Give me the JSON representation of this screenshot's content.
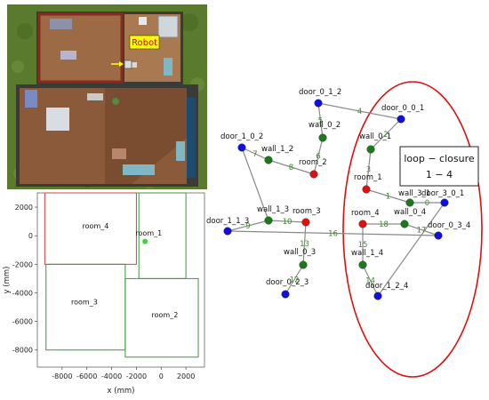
{
  "simulation": {
    "robot_label": "Robot",
    "label_color": "#ffff00",
    "arrow_color": "#ffff00"
  },
  "map_plot": {
    "xlabel": "x (mm)",
    "ylabel": "y (mm)",
    "xlim": [
      -10000,
      3500
    ],
    "ylim": [
      -9200,
      3000
    ],
    "x_ticks": [
      -8000,
      -6000,
      -4000,
      -2000,
      0,
      2000
    ],
    "y_ticks": [
      2000,
      0,
      -2000,
      -4000,
      -6000,
      -8000
    ],
    "rooms": [
      {
        "name": "room_4",
        "label_x": -5300,
        "label_y": 500,
        "x0": -9400,
        "y0": -2000,
        "x1": -2000,
        "y1": 3000,
        "color": "#d04040"
      },
      {
        "name": "room_1",
        "label_x": -1000,
        "label_y": 0,
        "x0": -1800,
        "y0": -3000,
        "x1": 2000,
        "y1": 3000,
        "color": "#3a9a3a"
      },
      {
        "name": "room_3",
        "label_x": -6200,
        "label_y": -4800,
        "x0": -9300,
        "y0": -8000,
        "x1": -2900,
        "y1": -2000,
        "color": "#3a9a3a"
      },
      {
        "name": "room_2",
        "label_x": 300,
        "label_y": -5700,
        "x0": -2900,
        "y0": -8500,
        "x1": 3000,
        "y1": -3000,
        "color": "#3a9a3a"
      }
    ],
    "robot_color": "#33dd33"
  },
  "graph": {
    "nodes": [
      {
        "id": "door_1_1_3",
        "color": "blue"
      },
      {
        "id": "wall_1_3",
        "color": "green"
      },
      {
        "id": "room_3",
        "color": "red"
      },
      {
        "id": "door_1_0_2",
        "color": "blue"
      },
      {
        "id": "wall_1_2",
        "color": "green"
      },
      {
        "id": "room_2",
        "color": "red"
      },
      {
        "id": "wall_0_2",
        "color": "green"
      },
      {
        "id": "door_0_1_2",
        "color": "blue"
      },
      {
        "id": "door_0_0_1",
        "color": "blue"
      },
      {
        "id": "wall_0_1",
        "color": "green"
      },
      {
        "id": "room_1",
        "color": "red"
      },
      {
        "id": "wall_3_1",
        "color": "green"
      },
      {
        "id": "door_3_0_1",
        "color": "blue"
      },
      {
        "id": "room_4",
        "color": "red"
      },
      {
        "id": "wall_0_4",
        "color": "green"
      },
      {
        "id": "door_0_3_4",
        "color": "blue"
      },
      {
        "id": "wall_0_3",
        "color": "green"
      },
      {
        "id": "door_0_2_3",
        "color": "blue"
      },
      {
        "id": "wall_1_4",
        "color": "green"
      },
      {
        "id": "door_1_2_4",
        "color": "blue"
      }
    ],
    "edge_labels": [
      "4",
      "5",
      "6",
      "7",
      "8",
      "2",
      "3",
      "1",
      "0",
      "9",
      "10",
      "16",
      "18",
      "17",
      "13",
      "12",
      "15",
      "14"
    ],
    "edge_label_color": "#3a8a2a",
    "node_colors": {
      "blue": "#1010dd",
      "green": "#1a7a1a",
      "red": "#dd1111"
    },
    "loop_closure_title": "loop − closure",
    "loop_closure_pair": "1 − 4",
    "ellipse_color": "#dd1111"
  }
}
